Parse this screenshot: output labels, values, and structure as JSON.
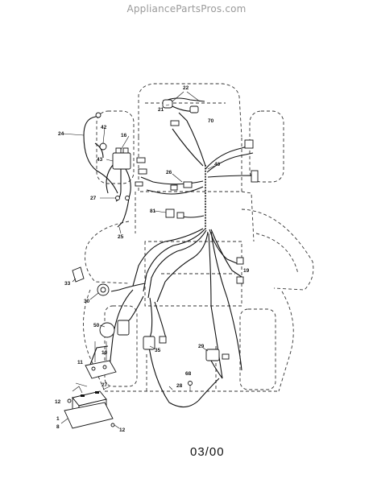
{
  "header": {
    "watermark": "AppliancePartsPros.com"
  },
  "footer": {
    "date_code": "03/00"
  },
  "callouts": {
    "c1": "1",
    "c8": "8",
    "c10": "10",
    "c11": "11",
    "c12a": "12",
    "c12b": "12",
    "c16": "16",
    "c19": "19",
    "c21": "21",
    "c22": "22",
    "c24": "24",
    "c25": "25",
    "c26": "26",
    "c27a": "27",
    "c27b": "27",
    "c28": "28",
    "c29": "29",
    "c30": "30",
    "c33": "33",
    "c35": "35",
    "c40": "40",
    "c42": "42",
    "c43": "43",
    "c50": "50",
    "c68": "68",
    "c70": "70",
    "c81": "81"
  }
}
